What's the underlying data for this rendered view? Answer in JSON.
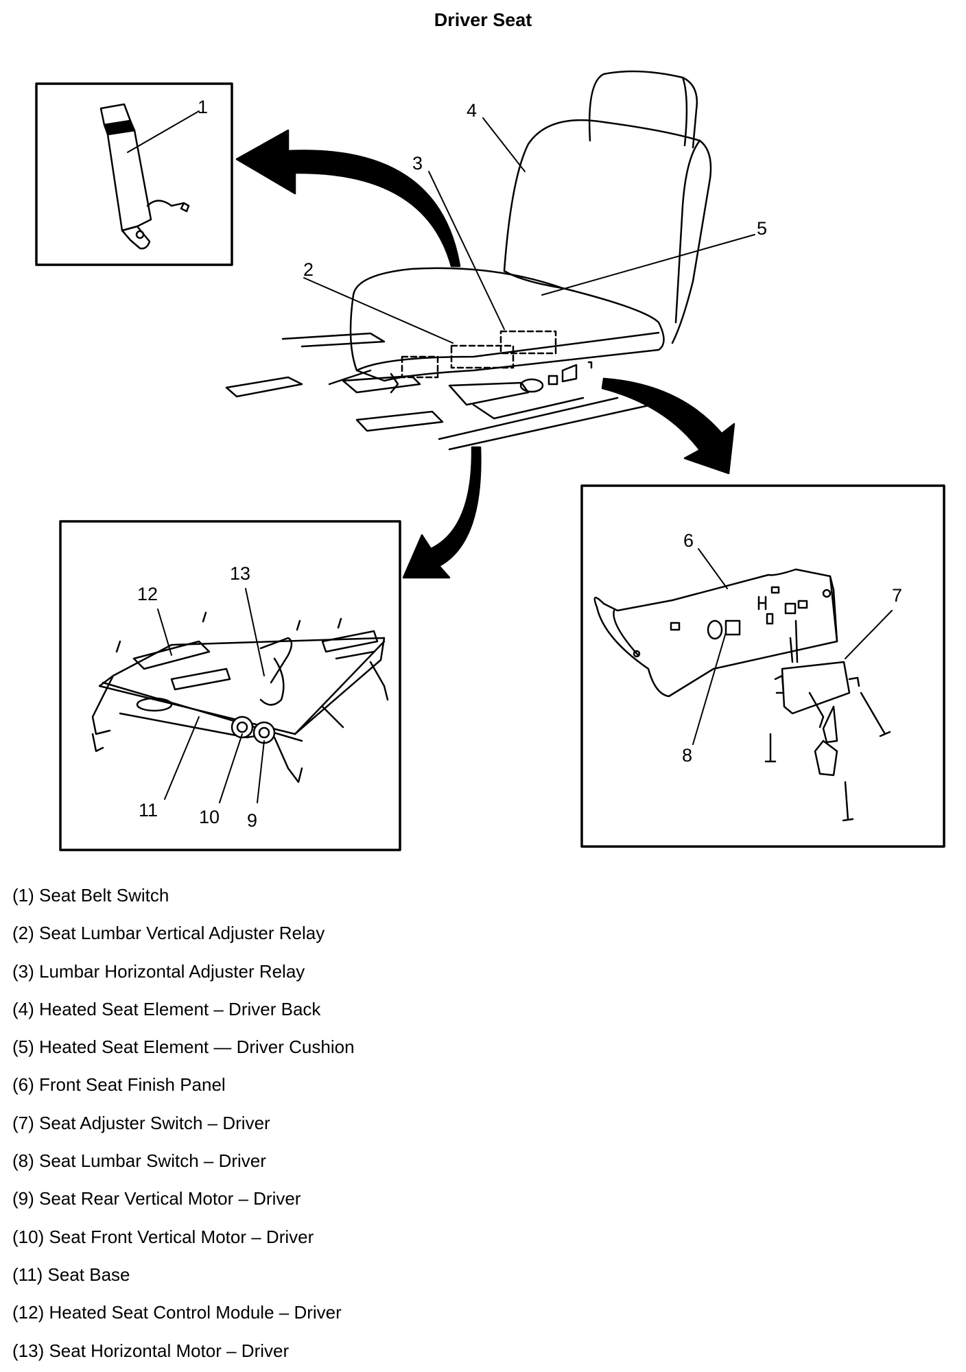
{
  "title": "Driver Seat",
  "callouts": [
    "1",
    "2",
    "3",
    "4",
    "5",
    "6",
    "7",
    "8",
    "9",
    "10",
    "11",
    "12",
    "13"
  ],
  "legend": [
    "(1) Seat Belt Switch",
    "(2) Seat Lumbar Vertical Adjuster Relay",
    "(3) Lumbar Horizontal Adjuster Relay",
    "(4) Heated Seat Element – Driver Back",
    "(5) Heated Seat Element — Driver Cushion",
    "(6) Front Seat Finish Panel",
    "(7) Seat Adjuster Switch – Driver",
    "(8) Seat Lumbar Switch – Driver",
    "(9) Seat Rear Vertical Motor – Driver",
    "(10) Seat Front Vertical Motor – Driver",
    "(11) Seat Base",
    "(12) Heated Seat Control Module – Driver",
    "(13) Seat Horizontal Motor – Driver"
  ]
}
